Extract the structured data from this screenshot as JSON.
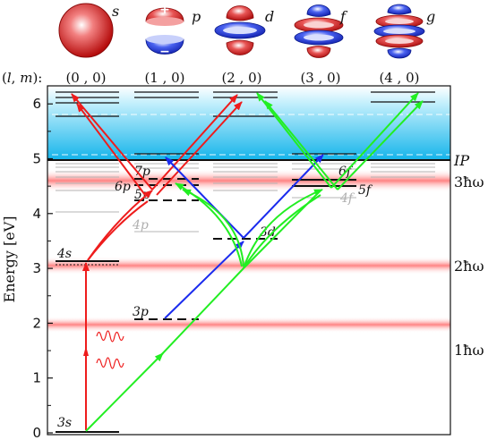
{
  "orbitals": [
    {
      "symbol": "s",
      "lm": "(0 , 0)"
    },
    {
      "symbol": "p",
      "lm": "(1 , 0)"
    },
    {
      "symbol": "d",
      "lm": "(2 , 0)"
    },
    {
      "symbol": "f",
      "lm": "(3 , 0)"
    },
    {
      "symbol": "g",
      "lm": "(4 , 0)"
    }
  ],
  "lm_header": "(l, m):",
  "p_signs": {
    "plus": "+",
    "minus": "−"
  },
  "y_axis": {
    "label": "Energy [eV]",
    "ticks": [
      "0",
      "1",
      "2",
      "3",
      "4",
      "5",
      "6"
    ]
  },
  "ip_label": "IP",
  "photon_bands": [
    "1ħω",
    "2ħω",
    "3ħω"
  ],
  "levels": {
    "s3": "3s",
    "s4": "4s",
    "p3": "3p",
    "p4": "4p",
    "p5": "5p",
    "p6": "6p",
    "p7": "7p",
    "d3": "3d",
    "f4": "4f",
    "f5": "5f",
    "f6": "6f"
  },
  "colors": {
    "red": "#ee1c1c",
    "green": "#22ee22",
    "blue": "#1a2bee",
    "band": "#ff6b6b",
    "continuum": "#18b8ee"
  }
}
